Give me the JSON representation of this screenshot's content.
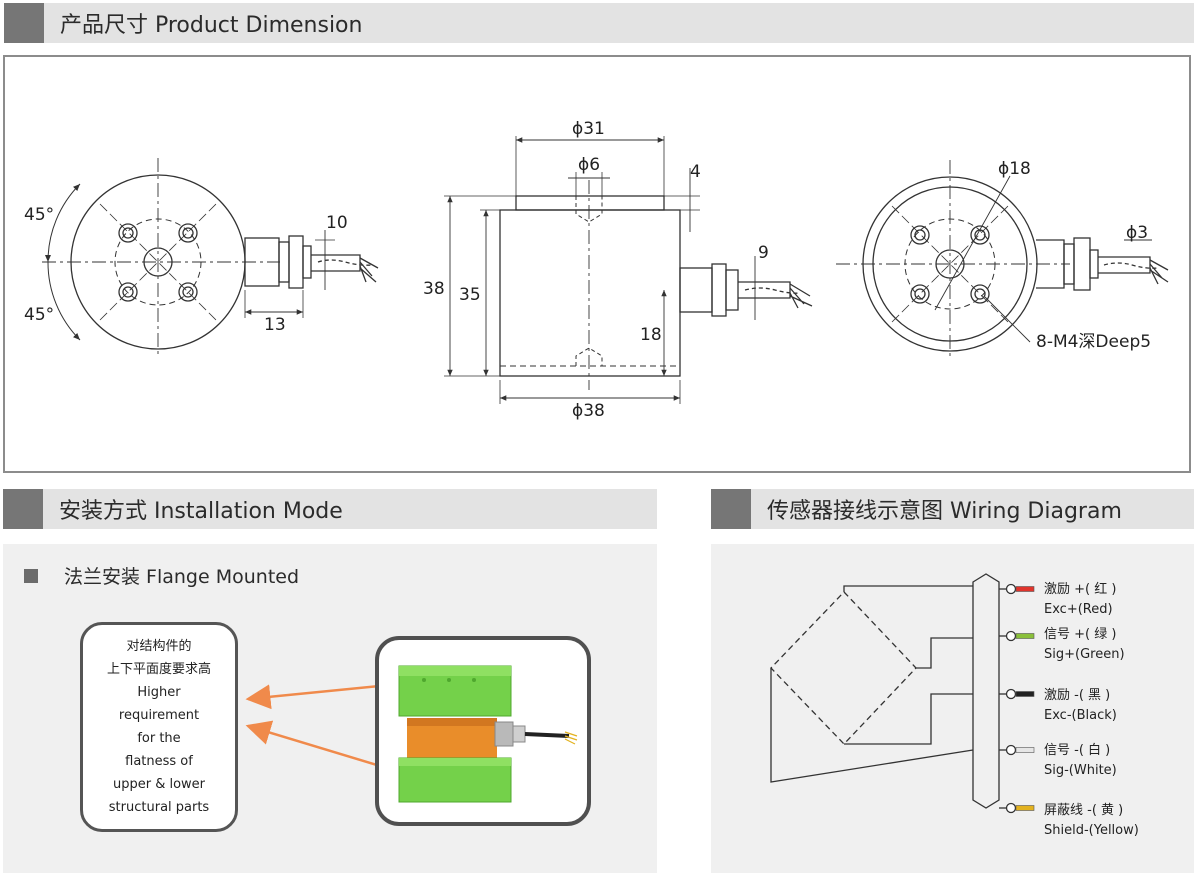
{
  "headers": {
    "product_dimension": "产品尺寸 Product Dimension",
    "installation_mode": "安装方式 Installation Mode",
    "wiring_diagram": "传感器接线示意图 Wiring Diagram"
  },
  "dimensions": {
    "left_view": {
      "angle_top": "45°",
      "angle_bottom": "45°",
      "cable_dia": "10",
      "cable_len": "13"
    },
    "front_view": {
      "top_dia": "ϕ31",
      "hole_dia": "ϕ6",
      "boss_height": "4",
      "total_height": "38",
      "body_height": "35",
      "cable_height": "18",
      "cable_gland": "9",
      "base_dia": "ϕ38"
    },
    "right_view": {
      "inner_dia": "ϕ18",
      "wire_dia": "ϕ3",
      "thread_note": "8-M4深Deep5"
    }
  },
  "installation": {
    "subtitle": "法兰安装 Flange Mounted",
    "note_lines": [
      "对结构件的",
      "上下平面度要求高",
      "Higher",
      "requirement",
      "for the",
      "flatness of",
      "upper & lower",
      "structural parts"
    ]
  },
  "wiring": {
    "wires": [
      {
        "cn": "激励 +( 红 )",
        "en": "Exc+(Red)",
        "color": "#e0342c"
      },
      {
        "cn": "信号 +( 绿 )",
        "en": "Sig+(Green)",
        "color": "#8ac03a"
      },
      {
        "cn": "激励 -( 黑 )",
        "en": "Exc-(Black)",
        "color": "#222222"
      },
      {
        "cn": "信号 -( 白 )",
        "en": "Sig-(White)",
        "color": "#e6e6e6"
      },
      {
        "cn": "屏蔽线 -( 黄 )",
        "en": "Shield-(Yellow)",
        "color": "#e3b21f"
      }
    ]
  },
  "colors": {
    "header_tab": "#767676",
    "header_bg": "#e3e3e3",
    "panel_bg": "#f0f0f0",
    "arrow": "#f08a4b",
    "block_green": "#74d14a",
    "body_orange": "#e98d2a"
  }
}
